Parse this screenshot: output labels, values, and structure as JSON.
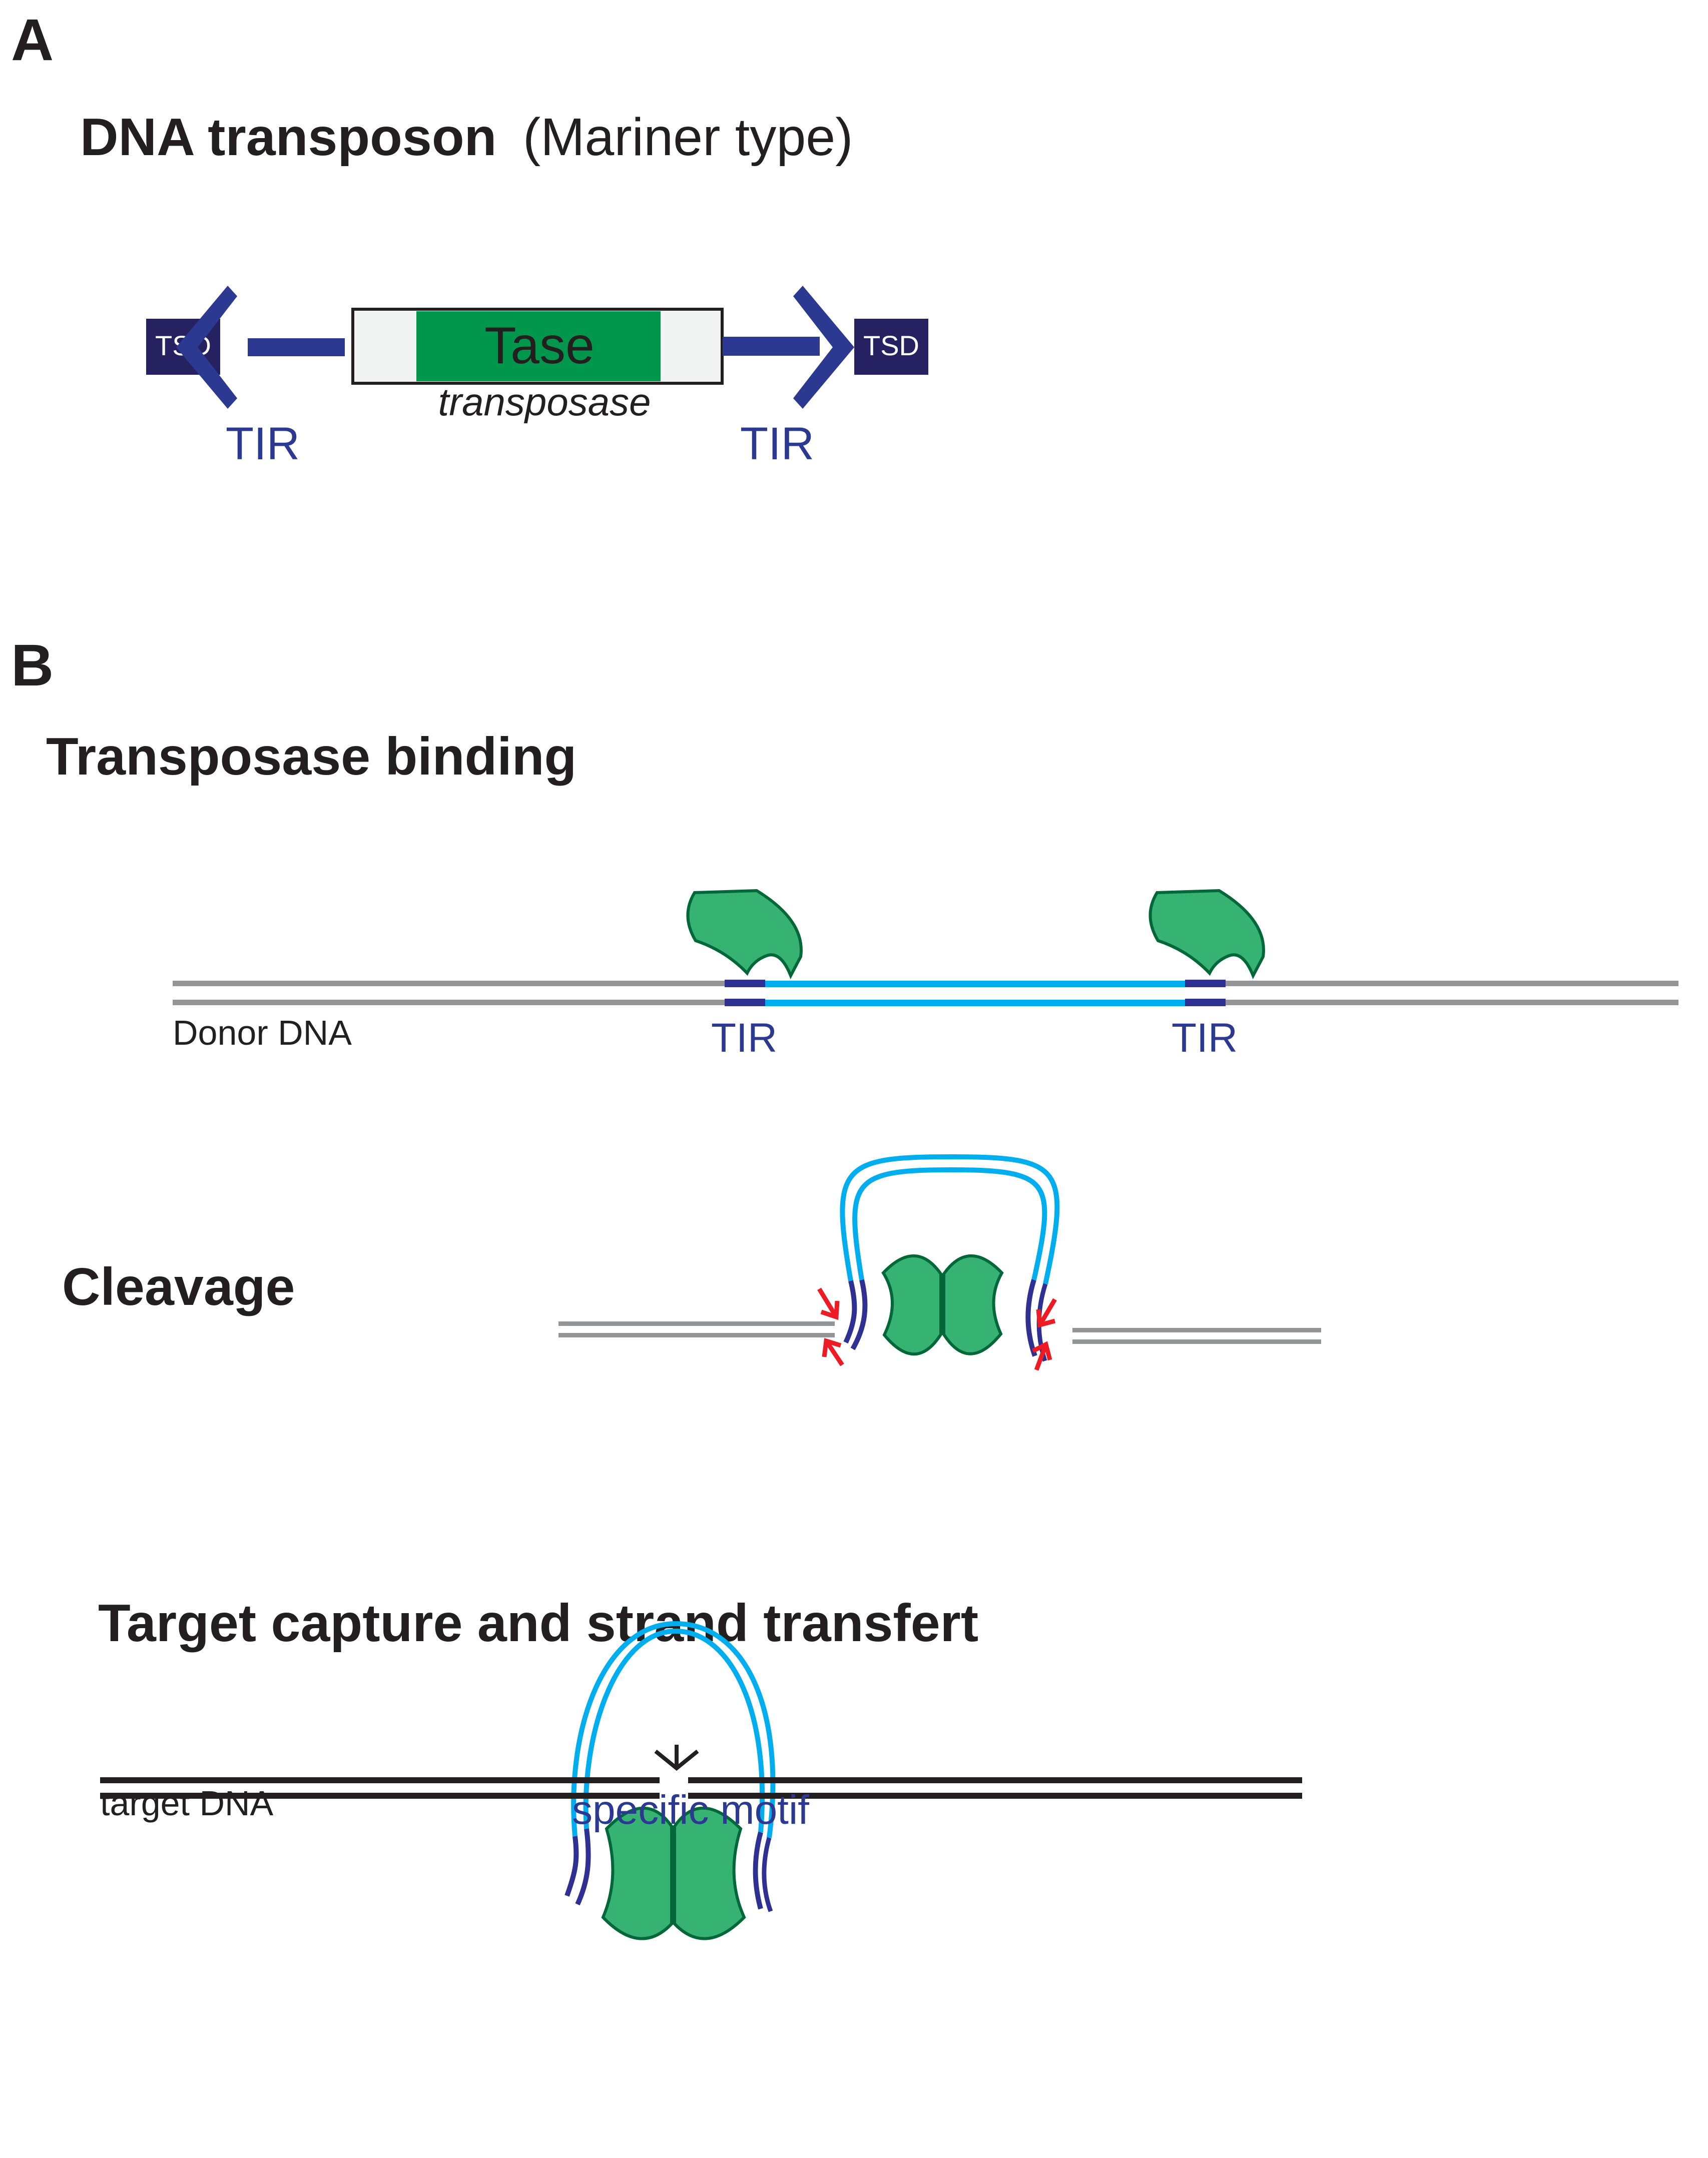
{
  "colors": {
    "text": "#231f20",
    "tir_blue": "#2b3990",
    "tsd_navy": "#262262",
    "tase_green": "#00964b",
    "gene_bg": "#f1f2f2",
    "protein_fill": "#36b373",
    "protein_outline": "#006838",
    "transposon_cyan": "#00aeef",
    "donor_gray": "#939598",
    "cut_red": "#ed1c24",
    "target_black": "#231f20"
  },
  "panel_a": {
    "label": "A",
    "title_bold": "DNA transposon",
    "title_regular": "(Mariner type)",
    "tsd_left": "TSD",
    "tsd_right": "TSD",
    "gene_label": "Tase",
    "gene_caption": "transposase",
    "tir_left": "TIR",
    "tir_right": "TIR"
  },
  "panel_b": {
    "label": "B",
    "steps": [
      {
        "title": "Transposase binding",
        "donor_label": "Donor DNA",
        "tir_left": "TIR",
        "tir_right": "TIR"
      },
      {
        "title": "Cleavage"
      },
      {
        "title": "Target capture and strand transfert",
        "target_label": "target DNA",
        "motif_label": "specific motif"
      }
    ]
  }
}
